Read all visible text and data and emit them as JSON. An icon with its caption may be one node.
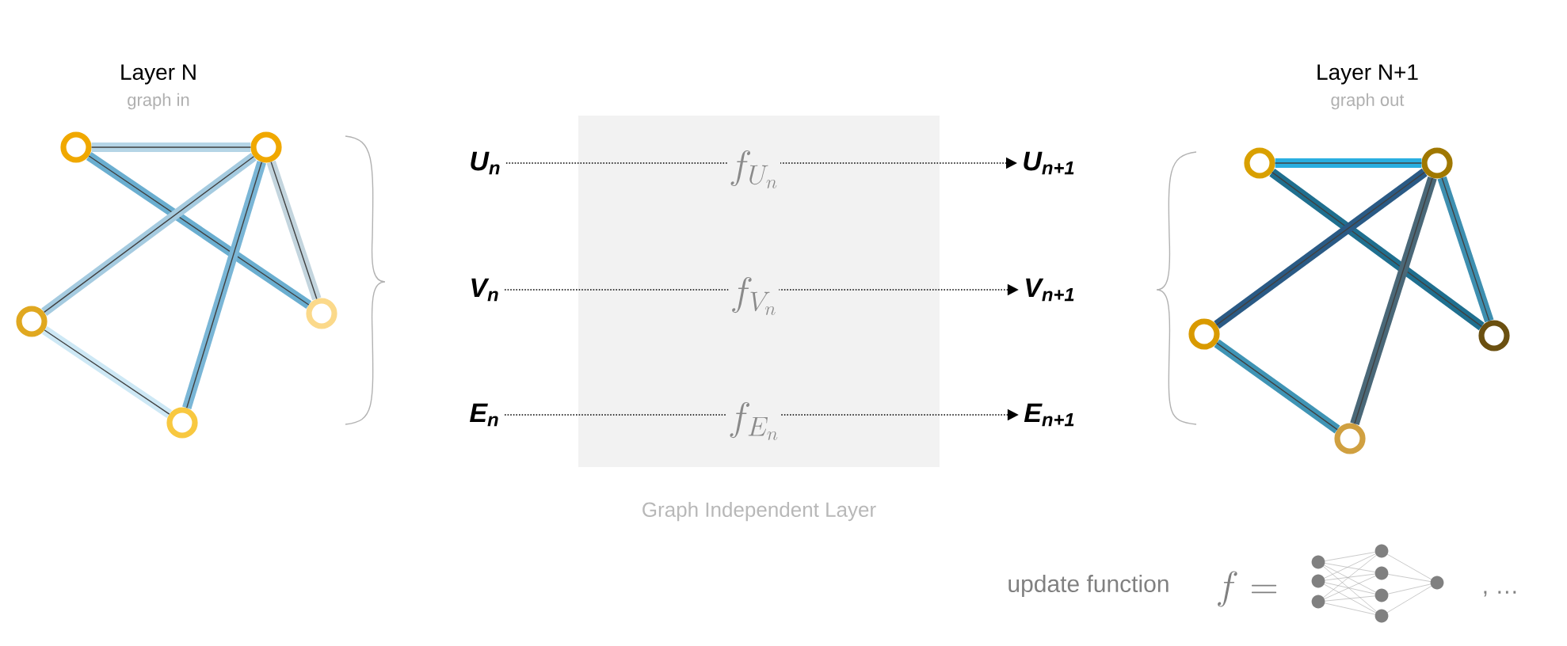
{
  "diagram": {
    "nodes": [
      {
        "text": [],
        "shape": "circle"
      },
      {
        "text": [],
        "shape": "circle"
      },
      {
        "text": [],
        "shape": "circle"
      },
      {
        "text": [],
        "shape": "circle"
      },
      {
        "text": [],
        "shape": "circle"
      },
      {
        "text": [
          "U$_{n}$"
        ]
      },
      {
        "text": [
          "V$_{n}$"
        ]
      },
      {
        "text": [
          "E$_{n}$"
        ]
      },
      {
        "text": [
          "U$_{n+1}$"
        ]
      },
      {
        "text": [
          "V$_{n+1}$"
        ]
      },
      {
        "text": [
          "E$_{n+1}$"
        ]
      },
      {
        "text": [],
        "shape": "circle"
      },
      {
        "text": [],
        "shape": "circle"
      },
      {
        "text": [],
        "shape": "circle"
      },
      {
        "text": [],
        "shape": "circle"
      },
      {
        "text": [],
        "shape": "circle"
      }
    ],
    "edges": [
      {
        "from": 0,
        "to": 1,
        "arrow": "none",
        "color": "#b5d5e6"
      },
      {
        "from": 0,
        "to": 3,
        "arrow": "none",
        "color": "#6aaed0"
      },
      {
        "from": 1,
        "to": 2,
        "arrow": "none",
        "color": "#a5cbe0"
      },
      {
        "from": 1,
        "to": 3,
        "arrow": "none",
        "color": "#c3d5de"
      },
      {
        "from": 1,
        "to": 4,
        "arrow": "none",
        "color": "#7ab6d6"
      },
      {
        "from": 2,
        "to": 4,
        "arrow": "none",
        "color": "#cde8f5"
      },
      {
        "from": 5,
        "to": 8,
        "arrow": "to",
        "style": "dashed",
        "label": "f_{U_n}"
      },
      {
        "from": 6,
        "to": 9,
        "arrow": "to",
        "style": "dashed",
        "label": "f_{V_n}"
      },
      {
        "from": 7,
        "to": 10,
        "arrow": "to",
        "style": "dashed",
        "label": "f_{E_n}"
      },
      {
        "from": 11,
        "to": 12,
        "arrow": "none",
        "color": "#29aee0"
      },
      {
        "from": 11,
        "to": 14,
        "arrow": "none",
        "color": "#1f6f8f"
      },
      {
        "from": 12,
        "to": 13,
        "arrow": "none",
        "color": "#2a5a85"
      },
      {
        "from": 12,
        "to": 14,
        "arrow": "none",
        "color": "#3e8fb0"
      },
      {
        "from": 12,
        "to": 15,
        "arrow": "none",
        "color": "#4a6878"
      },
      {
        "from": 13,
        "to": 15,
        "arrow": "none",
        "color": "#3f94b5"
      }
    ],
    "labels": [
      "Layer N",
      "graph in",
      "Layer N+1",
      "graph out",
      "Graph Independent Layer",
      "update function",
      "f =",
      ", …"
    ]
  }
}
